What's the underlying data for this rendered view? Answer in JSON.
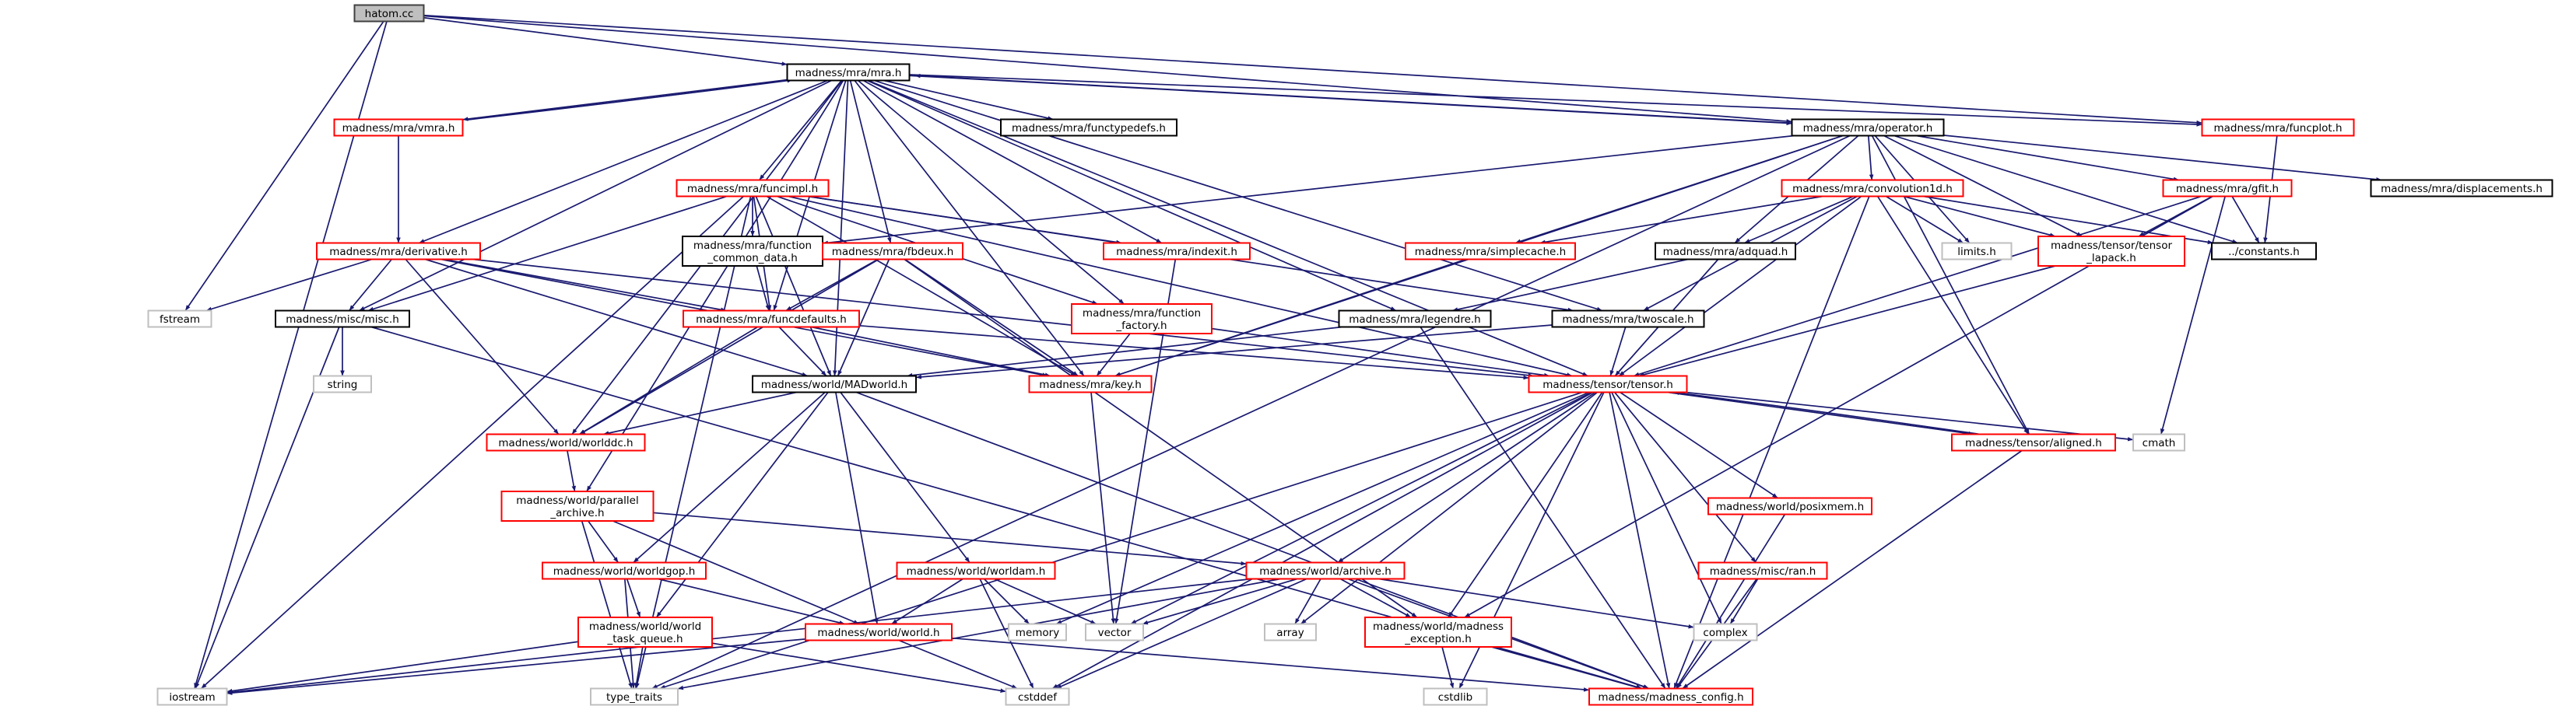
{
  "colors": {
    "edge": "#191970",
    "root_fill": "#bfbfbf",
    "documented_border": "#000000",
    "undocumented_border": "#ff0000",
    "system_border": "#bfbfbf",
    "background": "#ffffff"
  },
  "nodes": [
    {
      "id": "hatom",
      "lines": [
        "hatom.cc"
      ],
      "kind": "root"
    },
    {
      "id": "mra",
      "lines": [
        "madness/mra/mra.h"
      ],
      "kind": "documented"
    },
    {
      "id": "vmra",
      "lines": [
        "madness/mra/vmra.h"
      ],
      "kind": "undocumented"
    },
    {
      "id": "functypedefs",
      "lines": [
        "madness/mra/functypedefs.h"
      ],
      "kind": "documented"
    },
    {
      "id": "operator",
      "lines": [
        "madness/mra/operator.h"
      ],
      "kind": "documented"
    },
    {
      "id": "funcplot",
      "lines": [
        "madness/mra/funcplot.h"
      ],
      "kind": "undocumented"
    },
    {
      "id": "derivative",
      "lines": [
        "madness/mra/derivative.h"
      ],
      "kind": "undocumented"
    },
    {
      "id": "funcimpl",
      "lines": [
        "madness/mra/funcimpl.h"
      ],
      "kind": "undocumented"
    },
    {
      "id": "function_common_data",
      "lines": [
        "madness/mra/function",
        "_common_data.h"
      ],
      "kind": "documented"
    },
    {
      "id": "fbdeux",
      "lines": [
        "madness/mra/fbdeux.h"
      ],
      "kind": "undocumented"
    },
    {
      "id": "indexit",
      "lines": [
        "madness/mra/indexit.h"
      ],
      "kind": "undocumented"
    },
    {
      "id": "convolution1d",
      "lines": [
        "madness/mra/convolution1d.h"
      ],
      "kind": "undocumented"
    },
    {
      "id": "gfit",
      "lines": [
        "madness/mra/gfit.h"
      ],
      "kind": "undocumented"
    },
    {
      "id": "displacements",
      "lines": [
        "madness/mra/displacements.h"
      ],
      "kind": "documented"
    },
    {
      "id": "simplecache",
      "lines": [
        "madness/mra/simplecache.h"
      ],
      "kind": "undocumented"
    },
    {
      "id": "adquad",
      "lines": [
        "madness/mra/adquad.h"
      ],
      "kind": "documented"
    },
    {
      "id": "limits",
      "lines": [
        "limits.h"
      ],
      "kind": "system"
    },
    {
      "id": "tensor_lapack",
      "lines": [
        "madness/tensor/tensor",
        "_lapack.h"
      ],
      "kind": "undocumented"
    },
    {
      "id": "constants",
      "lines": [
        "../constants.h"
      ],
      "kind": "documented"
    },
    {
      "id": "fstream",
      "lines": [
        "fstream"
      ],
      "kind": "system"
    },
    {
      "id": "misc",
      "lines": [
        "madness/misc/misc.h"
      ],
      "kind": "documented"
    },
    {
      "id": "funcdefaults",
      "lines": [
        "madness/mra/funcdefaults.h"
      ],
      "kind": "undocumented"
    },
    {
      "id": "function_factory",
      "lines": [
        "madness/mra/function",
        "_factory.h"
      ],
      "kind": "undocumented"
    },
    {
      "id": "legendre",
      "lines": [
        "madness/mra/legendre.h"
      ],
      "kind": "documented"
    },
    {
      "id": "twoscale",
      "lines": [
        "madness/mra/twoscale.h"
      ],
      "kind": "documented"
    },
    {
      "id": "string",
      "lines": [
        "string"
      ],
      "kind": "system"
    },
    {
      "id": "madworld",
      "lines": [
        "madness/world/MADworld.h"
      ],
      "kind": "documented"
    },
    {
      "id": "key",
      "lines": [
        "madness/mra/key.h"
      ],
      "kind": "undocumented"
    },
    {
      "id": "tensor",
      "lines": [
        "madness/tensor/tensor.h"
      ],
      "kind": "undocumented"
    },
    {
      "id": "worlddc",
      "lines": [
        "madness/world/worlddc.h"
      ],
      "kind": "undocumented"
    },
    {
      "id": "aligned",
      "lines": [
        "madness/tensor/aligned.h"
      ],
      "kind": "undocumented"
    },
    {
      "id": "cmath",
      "lines": [
        "cmath"
      ],
      "kind": "system"
    },
    {
      "id": "parallel_archive",
      "lines": [
        "madness/world/parallel",
        "_archive.h"
      ],
      "kind": "undocumented"
    },
    {
      "id": "posixmem",
      "lines": [
        "madness/world/posixmem.h"
      ],
      "kind": "undocumented"
    },
    {
      "id": "worldgop",
      "lines": [
        "madness/world/worldgop.h"
      ],
      "kind": "undocumented"
    },
    {
      "id": "worlddam",
      "lines": [
        "madness/world/worldam.h"
      ],
      "kind": "undocumented"
    },
    {
      "id": "archive",
      "lines": [
        "madness/world/archive.h"
      ],
      "kind": "undocumented"
    },
    {
      "id": "ran",
      "lines": [
        "madness/misc/ran.h"
      ],
      "kind": "undocumented"
    },
    {
      "id": "task_queue",
      "lines": [
        "madness/world/world",
        "_task_queue.h"
      ],
      "kind": "undocumented"
    },
    {
      "id": "world",
      "lines": [
        "madness/world/world.h"
      ],
      "kind": "undocumented"
    },
    {
      "id": "memory",
      "lines": [
        "memory"
      ],
      "kind": "system"
    },
    {
      "id": "vector",
      "lines": [
        "vector"
      ],
      "kind": "system"
    },
    {
      "id": "array",
      "lines": [
        "array"
      ],
      "kind": "system"
    },
    {
      "id": "madness_exception",
      "lines": [
        "madness/world/madness",
        "_exception.h"
      ],
      "kind": "undocumented"
    },
    {
      "id": "complex",
      "lines": [
        "complex"
      ],
      "kind": "system"
    },
    {
      "id": "iostream",
      "lines": [
        "iostream"
      ],
      "kind": "system"
    },
    {
      "id": "type_traits",
      "lines": [
        "type_traits"
      ],
      "kind": "system"
    },
    {
      "id": "cstddef",
      "lines": [
        "cstddef"
      ],
      "kind": "system"
    },
    {
      "id": "cstdlib",
      "lines": [
        "cstdlib"
      ],
      "kind": "system"
    },
    {
      "id": "madness_config",
      "lines": [
        "madness/madness_config.h"
      ],
      "kind": "undocumented"
    }
  ],
  "edges": [
    [
      "hatom",
      "mra"
    ],
    [
      "hatom",
      "operator"
    ],
    [
      "hatom",
      "funcplot"
    ],
    [
      "hatom",
      "fstream"
    ],
    [
      "hatom",
      "iostream"
    ],
    [
      "mra",
      "vmra"
    ],
    [
      "mra",
      "functypedefs"
    ],
    [
      "mra",
      "operator"
    ],
    [
      "mra",
      "funcplot"
    ],
    [
      "mra",
      "derivative"
    ],
    [
      "mra",
      "funcimpl"
    ],
    [
      "mra",
      "fbdeux"
    ],
    [
      "mra",
      "indexit"
    ],
    [
      "mra",
      "function_factory"
    ],
    [
      "mra",
      "legendre"
    ],
    [
      "mra",
      "twoscale"
    ],
    [
      "mra",
      "misc"
    ],
    [
      "mra",
      "funcdefaults"
    ],
    [
      "mra",
      "madworld"
    ],
    [
      "mra",
      "key"
    ],
    [
      "mra",
      "tensor"
    ],
    [
      "mra",
      "worlddc"
    ],
    [
      "mra",
      "parallel_archive"
    ],
    [
      "vmra",
      "mra"
    ],
    [
      "vmra",
      "derivative"
    ],
    [
      "operator",
      "mra"
    ],
    [
      "operator",
      "displacements"
    ],
    [
      "operator",
      "convolution1d"
    ],
    [
      "operator",
      "gfit"
    ],
    [
      "operator",
      "simplecache"
    ],
    [
      "operator",
      "adquad"
    ],
    [
      "operator",
      "limits"
    ],
    [
      "operator",
      "tensor_lapack"
    ],
    [
      "operator",
      "constants"
    ],
    [
      "operator",
      "function_common_data"
    ],
    [
      "operator",
      "aligned"
    ],
    [
      "operator",
      "key"
    ],
    [
      "operator",
      "type_traits"
    ],
    [
      "funcplot",
      "constants"
    ],
    [
      "derivative",
      "misc"
    ],
    [
      "derivative",
      "fstream"
    ],
    [
      "derivative",
      "funcdefaults"
    ],
    [
      "derivative",
      "madworld"
    ],
    [
      "derivative",
      "worlddc"
    ],
    [
      "derivative",
      "key"
    ],
    [
      "derivative",
      "tensor"
    ],
    [
      "funcimpl",
      "function_common_data"
    ],
    [
      "funcimpl",
      "indexit"
    ],
    [
      "funcimpl",
      "function_factory"
    ],
    [
      "funcimpl",
      "funcdefaults"
    ],
    [
      "funcimpl",
      "key"
    ],
    [
      "funcimpl",
      "madworld"
    ],
    [
      "funcimpl",
      "misc"
    ],
    [
      "funcimpl",
      "iostream"
    ],
    [
      "funcimpl",
      "type_traits"
    ],
    [
      "funcimpl",
      "twoscale"
    ],
    [
      "funcimpl",
      "tensor"
    ],
    [
      "function_common_data",
      "funcdefaults"
    ],
    [
      "fbdeux",
      "funcdefaults"
    ],
    [
      "fbdeux",
      "key"
    ],
    [
      "fbdeux",
      "madworld"
    ],
    [
      "fbdeux",
      "worlddc"
    ],
    [
      "fbdeux",
      "madness_exception"
    ],
    [
      "indexit",
      "vector"
    ],
    [
      "convolution1d",
      "simplecache"
    ],
    [
      "convolution1d",
      "adquad"
    ],
    [
      "convolution1d",
      "limits"
    ],
    [
      "convolution1d",
      "tensor_lapack"
    ],
    [
      "convolution1d",
      "constants"
    ],
    [
      "convolution1d",
      "twoscale"
    ],
    [
      "convolution1d",
      "tensor"
    ],
    [
      "convolution1d",
      "aligned"
    ],
    [
      "convolution1d",
      "madness_config"
    ],
    [
      "gfit",
      "tensor_lapack"
    ],
    [
      "gfit",
      "constants"
    ],
    [
      "gfit",
      "tensor"
    ],
    [
      "gfit",
      "cmath"
    ],
    [
      "gfit",
      "madness_exception"
    ],
    [
      "simplecache",
      "key"
    ],
    [
      "adquad",
      "legendre"
    ],
    [
      "adquad",
      "tensor"
    ],
    [
      "tensor_lapack",
      "tensor"
    ],
    [
      "misc",
      "string"
    ],
    [
      "misc",
      "iostream"
    ],
    [
      "misc",
      "madness_config"
    ],
    [
      "funcdefaults",
      "madworld"
    ],
    [
      "funcdefaults",
      "tensor"
    ],
    [
      "funcdefaults",
      "worlddc"
    ],
    [
      "funcdefaults",
      "key"
    ],
    [
      "function_factory",
      "key"
    ],
    [
      "function_factory",
      "tensor"
    ],
    [
      "legendre",
      "madworld"
    ],
    [
      "legendre",
      "madness_config"
    ],
    [
      "twoscale",
      "madworld"
    ],
    [
      "twoscale",
      "tensor"
    ],
    [
      "madworld",
      "worlddc"
    ],
    [
      "madworld",
      "worldgop"
    ],
    [
      "madworld",
      "task_queue"
    ],
    [
      "madworld",
      "world"
    ],
    [
      "madworld",
      "worlddam"
    ],
    [
      "madworld",
      "madness_config"
    ],
    [
      "key",
      "vector"
    ],
    [
      "tensor",
      "aligned"
    ],
    [
      "tensor",
      "cmath"
    ],
    [
      "tensor",
      "posixmem"
    ],
    [
      "tensor",
      "ran"
    ],
    [
      "tensor",
      "archive"
    ],
    [
      "tensor",
      "memory"
    ],
    [
      "tensor",
      "vector"
    ],
    [
      "tensor",
      "array"
    ],
    [
      "tensor",
      "complex"
    ],
    [
      "tensor",
      "madness_exception"
    ],
    [
      "tensor",
      "type_traits"
    ],
    [
      "tensor",
      "cstddef"
    ],
    [
      "tensor",
      "cstdlib"
    ],
    [
      "tensor",
      "madness_config"
    ],
    [
      "aligned",
      "tensor"
    ],
    [
      "aligned",
      "madness_config"
    ],
    [
      "worlddc",
      "parallel_archive"
    ],
    [
      "parallel_archive",
      "archive"
    ],
    [
      "parallel_archive",
      "worldgop"
    ],
    [
      "parallel_archive",
      "world"
    ],
    [
      "parallel_archive",
      "type_traits"
    ],
    [
      "posixmem",
      "madness_config"
    ],
    [
      "worldgop",
      "task_queue"
    ],
    [
      "worldgop",
      "world"
    ],
    [
      "worldgop",
      "type_traits"
    ],
    [
      "worlddam",
      "world"
    ],
    [
      "worlddam",
      "memory"
    ],
    [
      "worlddam",
      "vector"
    ],
    [
      "worlddam",
      "cstddef"
    ],
    [
      "archive",
      "madness_exception"
    ],
    [
      "archive",
      "vector"
    ],
    [
      "archive",
      "array"
    ],
    [
      "archive",
      "complex"
    ],
    [
      "archive",
      "iostream"
    ],
    [
      "archive",
      "type_traits"
    ],
    [
      "archive",
      "cstddef"
    ],
    [
      "archive",
      "madness_config"
    ],
    [
      "ran",
      "complex"
    ],
    [
      "ran",
      "madness_config"
    ],
    [
      "task_queue",
      "type_traits"
    ],
    [
      "task_queue",
      "iostream"
    ],
    [
      "task_queue",
      "cstddef"
    ],
    [
      "world",
      "iostream"
    ],
    [
      "world",
      "madness_config"
    ],
    [
      "world",
      "cstddef"
    ],
    [
      "madness_exception",
      "cstdlib"
    ],
    [
      "madness_exception",
      "madness_config"
    ]
  ]
}
